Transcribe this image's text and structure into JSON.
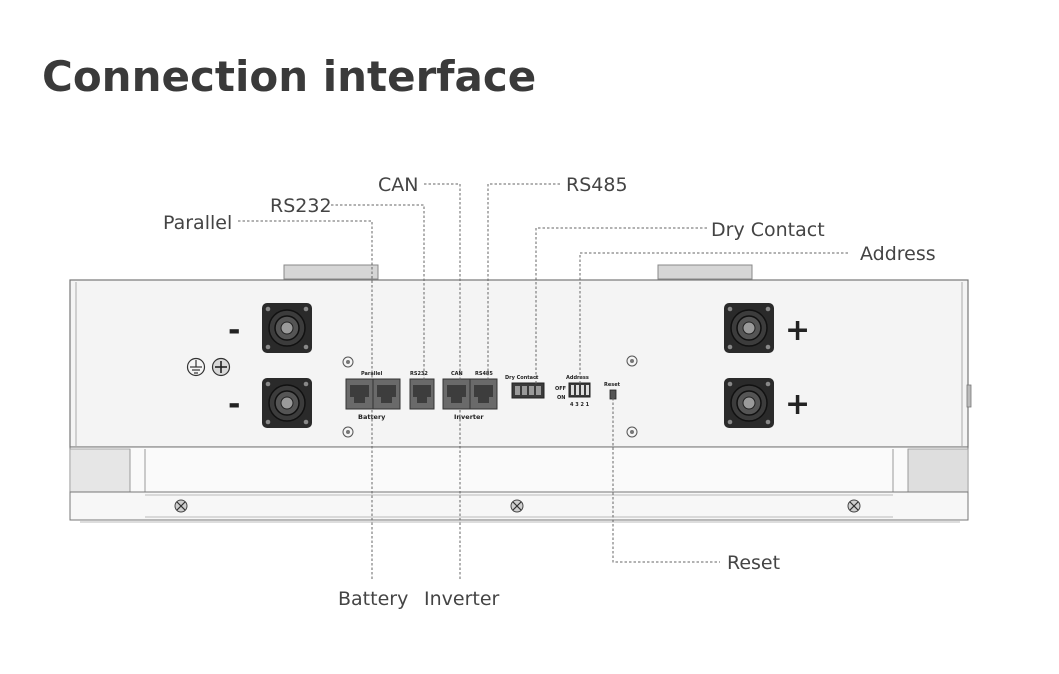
{
  "title": "Connection interface",
  "callouts": {
    "parallel": "Parallel",
    "rs232": "RS232",
    "can": "CAN",
    "rs485": "RS485",
    "dry_contact": "Dry Contact",
    "address": "Address",
    "reset": "Reset",
    "battery": "Battery",
    "inverter": "Inverter"
  },
  "panel_labels": {
    "parallel": "Parallel",
    "rs232": "RS232",
    "can": "CAN",
    "rs485": "RS485",
    "battery": "Battery",
    "inverter": "Inverter",
    "dry_contact": "Dry  Contact",
    "address": "Address",
    "off": "OFF",
    "on": "ON",
    "reset": "Reset",
    "dip_numbers": "4 3 2 1"
  },
  "polarity": {
    "negative": "-",
    "positive": "+"
  },
  "icons": [
    "ground-icon",
    "ground-screw-icon",
    "power-connector-icon",
    "rj45-port-icon",
    "screw-icon",
    "dip-switch-icon",
    "reset-button-icon"
  ]
}
